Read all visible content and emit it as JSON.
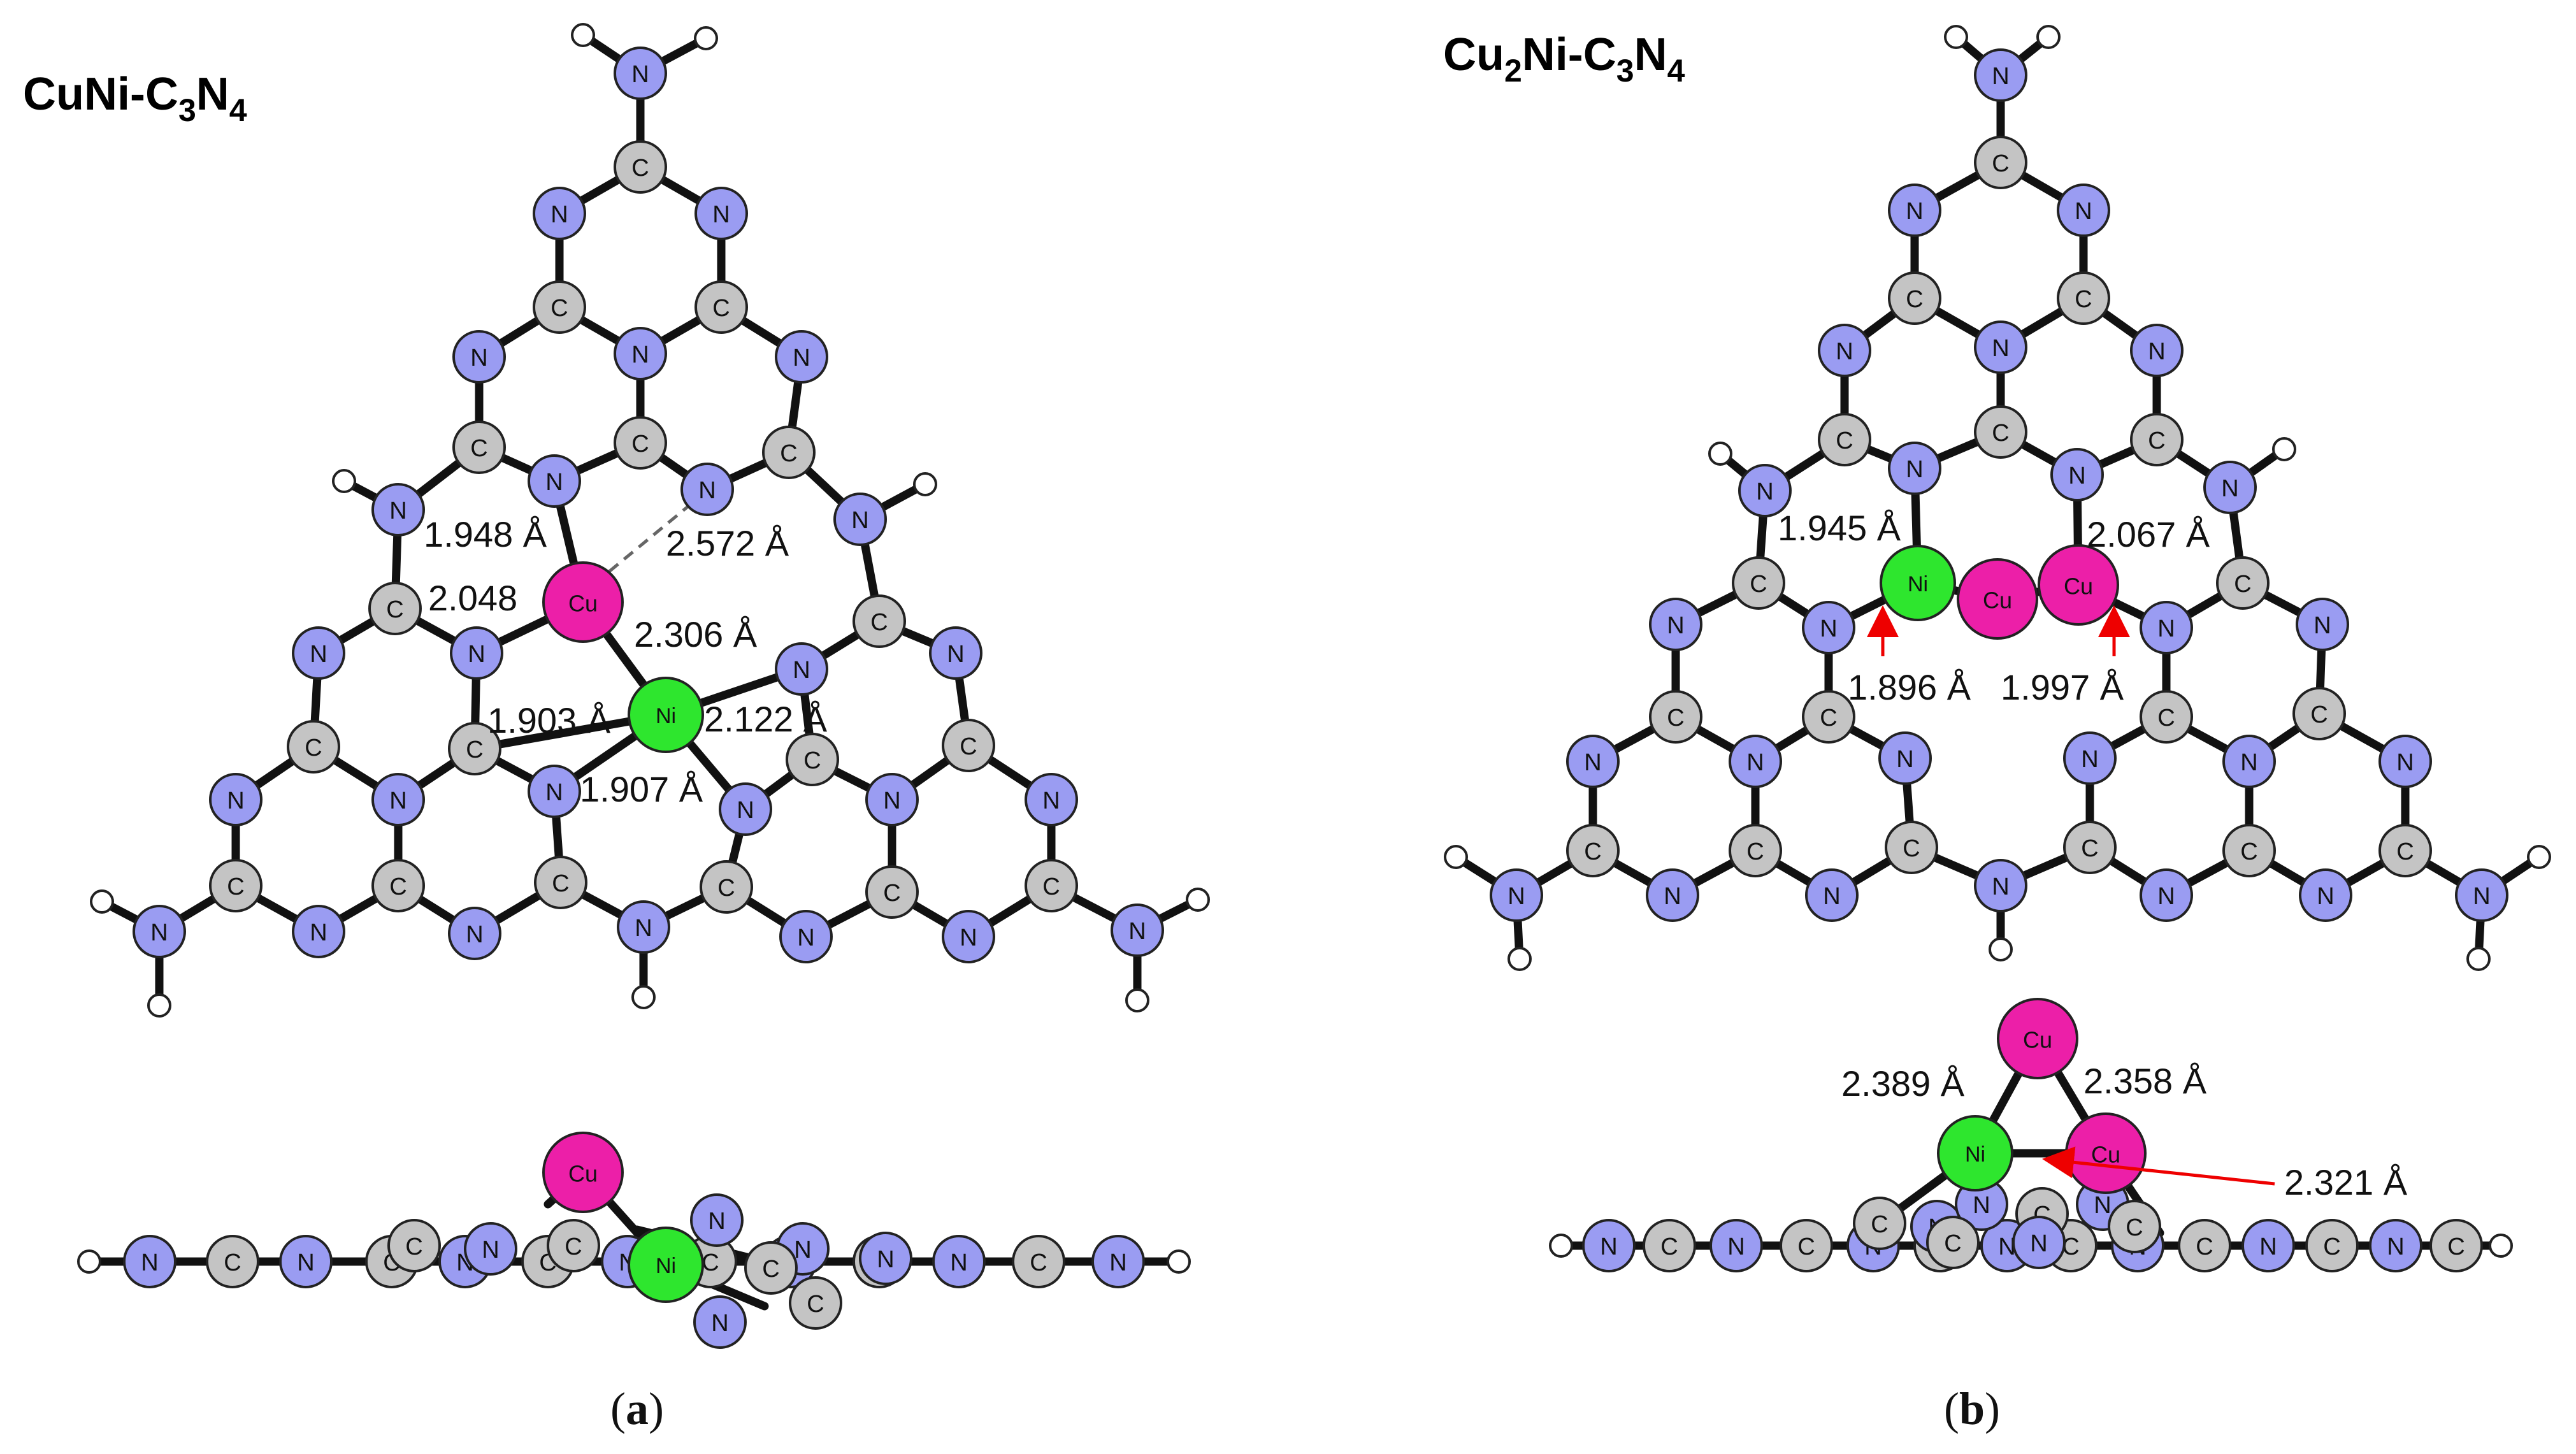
{
  "panel_a": {
    "title_main": "CuNi-C",
    "title_sub1": "3",
    "title_mid": "N",
    "title_sub2": "4",
    "distances": [
      "1.948 Å",
      "2.572 Å",
      "2.048",
      "2.306 Å",
      "1.903 Å",
      "2.122 Å",
      "1.907 Å"
    ],
    "caption_open": "(",
    "caption_letter": "a",
    "caption_close": ")"
  },
  "panel_b": {
    "title_main": "Cu",
    "title_sub0": "2",
    "title_rest": "Ni-C",
    "title_sub1": "3",
    "title_mid": "N",
    "title_sub2": "4",
    "distances": [
      "1.945 Å",
      "2.067 Å",
      "1.896 Å",
      "1.997 Å",
      "2.389 Å",
      "2.358 Å",
      "2.321 Å"
    ],
    "caption_open": "(",
    "caption_letter": "b",
    "caption_close": ")"
  },
  "atom_labels": {
    "C": "C",
    "N": "N",
    "Cu": "Cu",
    "Ni": "Ni"
  },
  "colors": {
    "C": "#c4c4c4",
    "N": "#9a9cf2",
    "Cu": "#ec1fa8",
    "Ni": "#2ee62e",
    "H": "#ffffff",
    "arrow": "#ee0000"
  }
}
